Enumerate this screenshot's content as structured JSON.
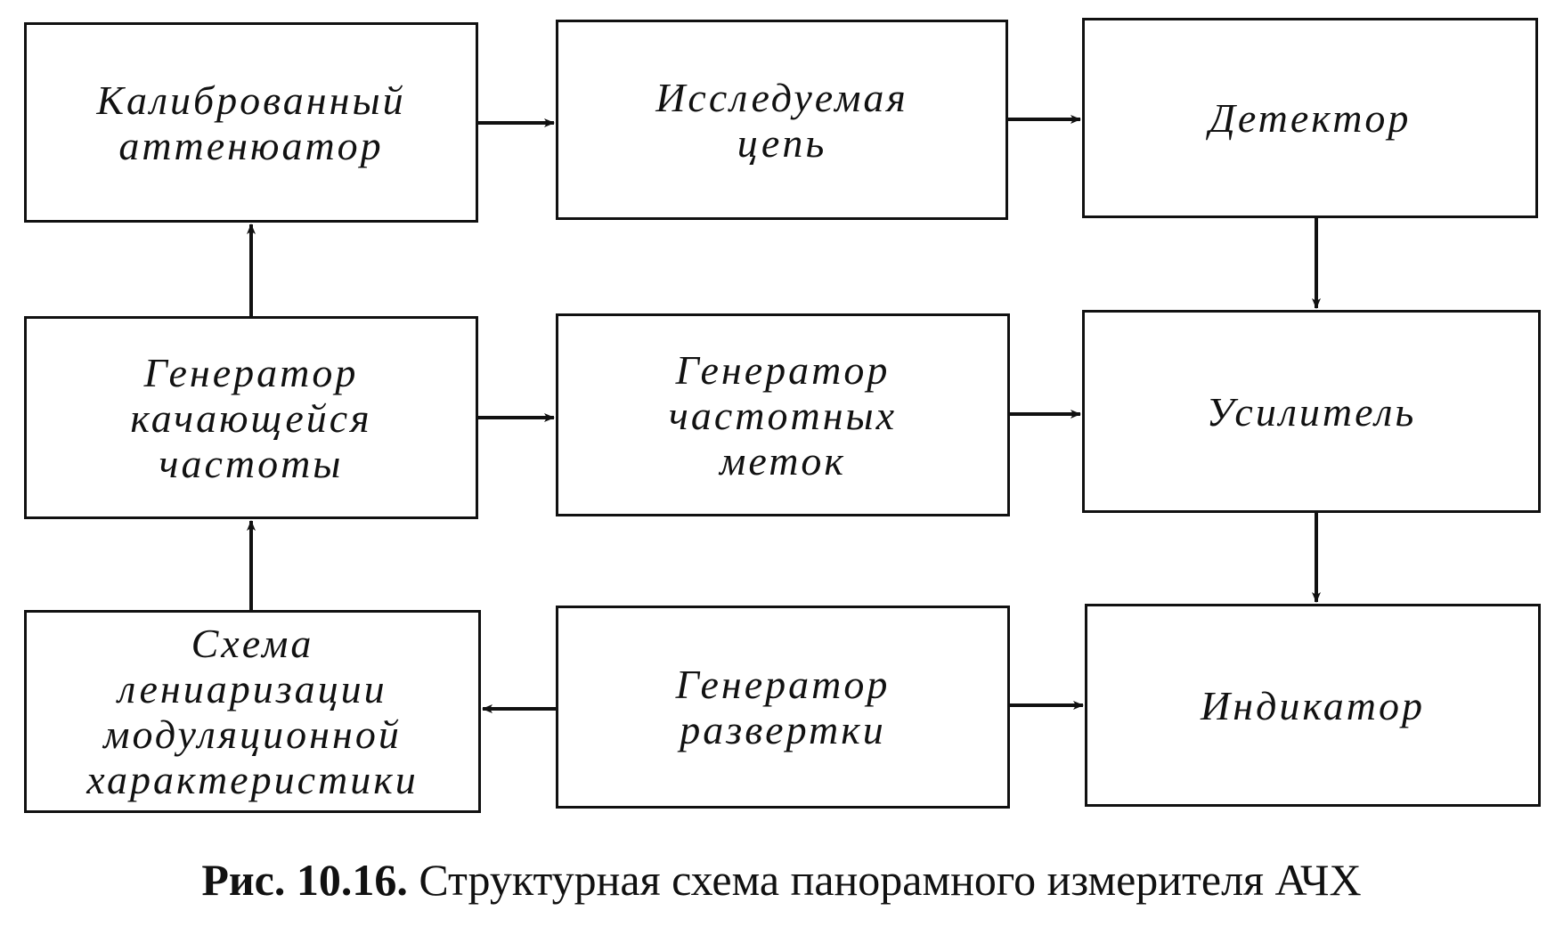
{
  "blocks": {
    "calibrated_attenuator": "Калиброванный\nаттенюатор",
    "circuit_under_test": "Исследуемая\nцепь",
    "detector": "Детектор",
    "sweep_generator": "Генератор\nкачающейся\nчастоты",
    "frequency_marker_generator": "Генератор\nчастотных\nметок",
    "amplifier": "Усилитель",
    "linearization_circuit": "Схема\nлениаризации\nмодуляционной\nхарактеристики",
    "scan_generator": "Генератор\nразвертки",
    "indicator": "Индикатор"
  },
  "caption": {
    "number": "Рис. 10.16.",
    "text": "Структурная схема панорамного измерителя АЧХ"
  },
  "connections": [
    {
      "from": "calibrated_attenuator",
      "to": "circuit_under_test"
    },
    {
      "from": "circuit_under_test",
      "to": "detector"
    },
    {
      "from": "detector",
      "to": "amplifier"
    },
    {
      "from": "sweep_generator",
      "to": "calibrated_attenuator"
    },
    {
      "from": "sweep_generator",
      "to": "frequency_marker_generator"
    },
    {
      "from": "frequency_marker_generator",
      "to": "amplifier"
    },
    {
      "from": "amplifier",
      "to": "indicator"
    },
    {
      "from": "linearization_circuit",
      "to": "sweep_generator"
    },
    {
      "from": "scan_generator",
      "to": "linearization_circuit"
    },
    {
      "from": "scan_generator",
      "to": "indicator"
    }
  ],
  "colors": {
    "line": "#111111",
    "background": "#ffffff"
  }
}
